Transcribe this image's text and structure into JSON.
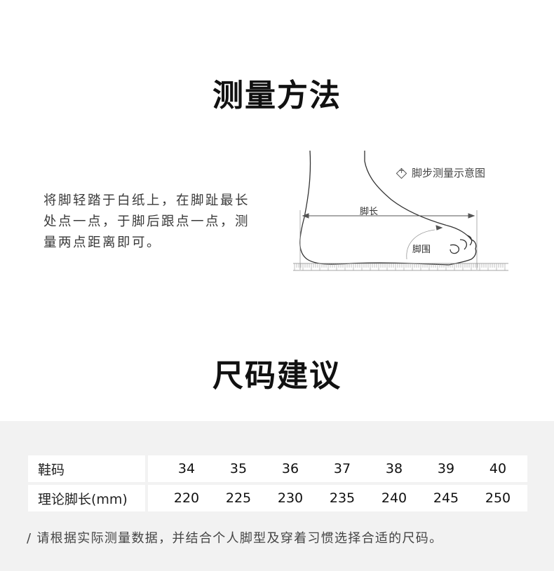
{
  "measurement_section": {
    "title": "测量方法",
    "instructions": "将脚轻踏于白纸上，在脚趾最长处点一点，于脚后跟点一点，测量两点距离即可。",
    "diagram": {
      "caption_icon": "diamond-plus-icon",
      "caption": "脚步测量示意图",
      "length_label": "脚长",
      "girth_label": "脚围"
    }
  },
  "size_section": {
    "title": "尺码建议",
    "table": {
      "rows": [
        {
          "header": "鞋码",
          "values": [
            "34",
            "35",
            "36",
            "37",
            "38",
            "39",
            "40"
          ]
        },
        {
          "header": "理论脚长(mm)",
          "values": [
            "220",
            "225",
            "230",
            "235",
            "240",
            "245",
            "250"
          ]
        }
      ]
    },
    "note": "/ 请根据实际测量数据，并结合个人脚型及穿着习惯选择合适的尺码。"
  },
  "colors": {
    "background": "#ffffff",
    "section_gray": "#f2f2f2",
    "title_text": "#111111",
    "body_text": "#3a3a3a"
  }
}
